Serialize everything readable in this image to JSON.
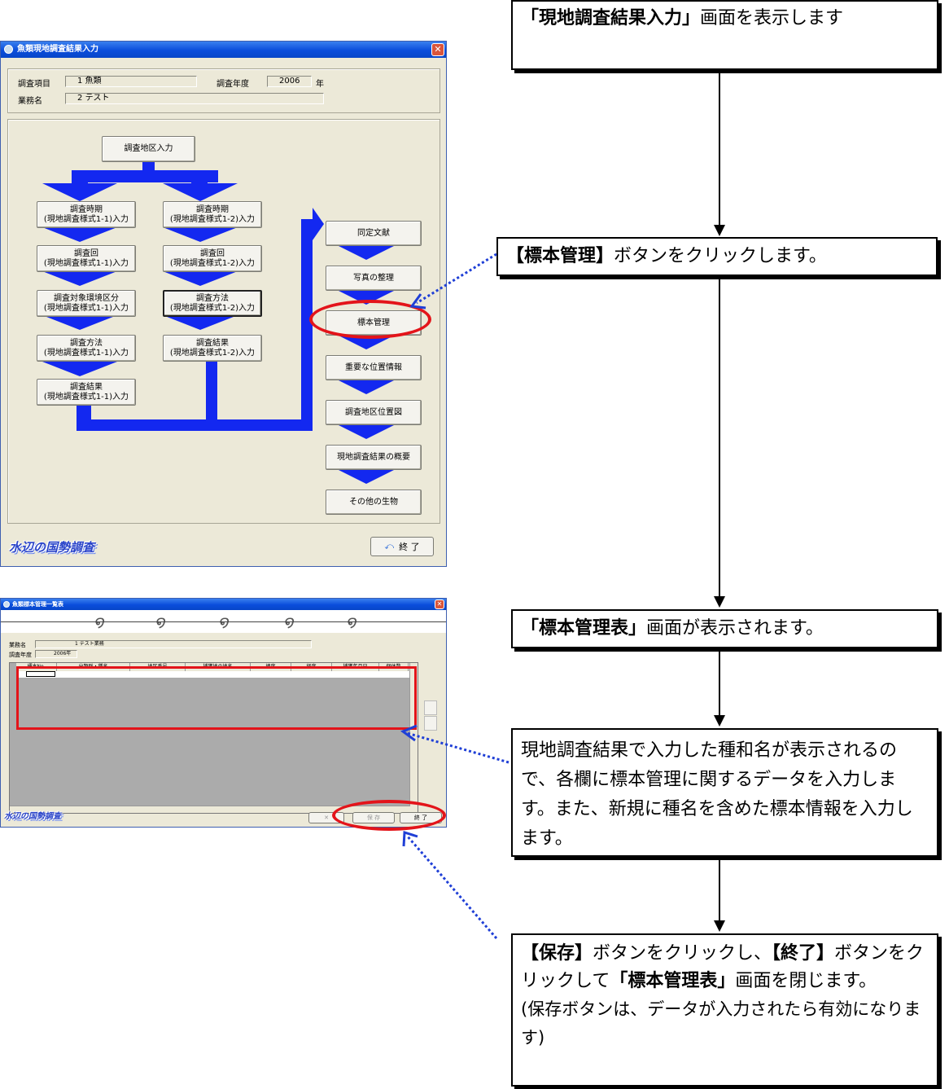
{
  "window1": {
    "title": "魚類現地調査結果入力",
    "close": "✕",
    "survey_item_label": "調査項目",
    "survey_item_code": "1",
    "survey_item_value": "魚類",
    "survey_year_label": "調査年度",
    "survey_year_value": "2006",
    "survey_year_unit": "年",
    "job_label": "業務名",
    "job_code": "2",
    "job_value": "テスト",
    "area_input": "調査地区入力",
    "left_col": [
      {
        "l1": "調査時期",
        "l2": "(現地調査様式1-1)入力"
      },
      {
        "l1": "調査回",
        "l2": "(現地調査様式1-1)入力"
      },
      {
        "l1": "調査対象環境区分",
        "l2": "(現地調査様式1-1)入力"
      },
      {
        "l1": "調査方法",
        "l2": "(現地調査様式1-1)入力"
      },
      {
        "l1": "調査結果",
        "l2": "(現地調査様式1-1)入力"
      }
    ],
    "mid_col": [
      {
        "l1": "調査時期",
        "l2": "(現地調査様式1-2)入力"
      },
      {
        "l1": "調査回",
        "l2": "(現地調査様式1-2)入力"
      },
      {
        "l1": "調査方法",
        "l2": "(現地調査様式1-2)入力"
      },
      {
        "l1": "調査結果",
        "l2": "(現地調査様式1-2)入力"
      }
    ],
    "right_col": [
      "同定文献",
      "写真の整理",
      "標本管理",
      "重要な位置情報",
      "調査地区位置図",
      "現地調査結果の概要",
      "その他の生物"
    ],
    "logo": "水辺の国勢調査",
    "end_button": "終 了"
  },
  "window2": {
    "title": "魚類標本管理一覧表",
    "close": "✕",
    "job_label": "業務名",
    "job_code": "1",
    "job_value": "テスト業務",
    "year_label": "調査年度",
    "year_value": "2006年",
    "columns": [
      "標本No.",
      "分類群・種名",
      "地区番号",
      "捕獲地の地名",
      "緯度",
      "経度",
      "捕獲年月日",
      "個体数"
    ],
    "logo": "水辺の国勢調査",
    "btn_cancel": "✕",
    "btn_save": "保 存",
    "btn_end": "終 了"
  },
  "flow": {
    "step1": {
      "bold": "「現地調査結果入力」",
      "rest": "画面を表示します"
    },
    "step2": {
      "bold": "【標本管理】",
      "rest": "ボタンをクリックします。"
    },
    "step3": {
      "bold": "「標本管理表」",
      "rest": "画面が表示されます。"
    },
    "step4": "現地調査結果で入力した種和名が表示されるので、各欄に標本管理に関するデータを入力します。また、新規に種名を含めた標本情報を入力します。",
    "step5": {
      "b1": "【保存】",
      "t1": "ボタンをクリックし、",
      "b2": "【終了】",
      "t2": "ボタンをクリックして",
      "b3": "「標本管理表」",
      "t3": "画面を閉じます。",
      "note": "(保存ボタンは、データが入力されたら有効になります)"
    }
  },
  "colors": {
    "highlight": "#e3141a",
    "flow_blue": "#1328f0",
    "pointer": "#1f3fd6"
  }
}
